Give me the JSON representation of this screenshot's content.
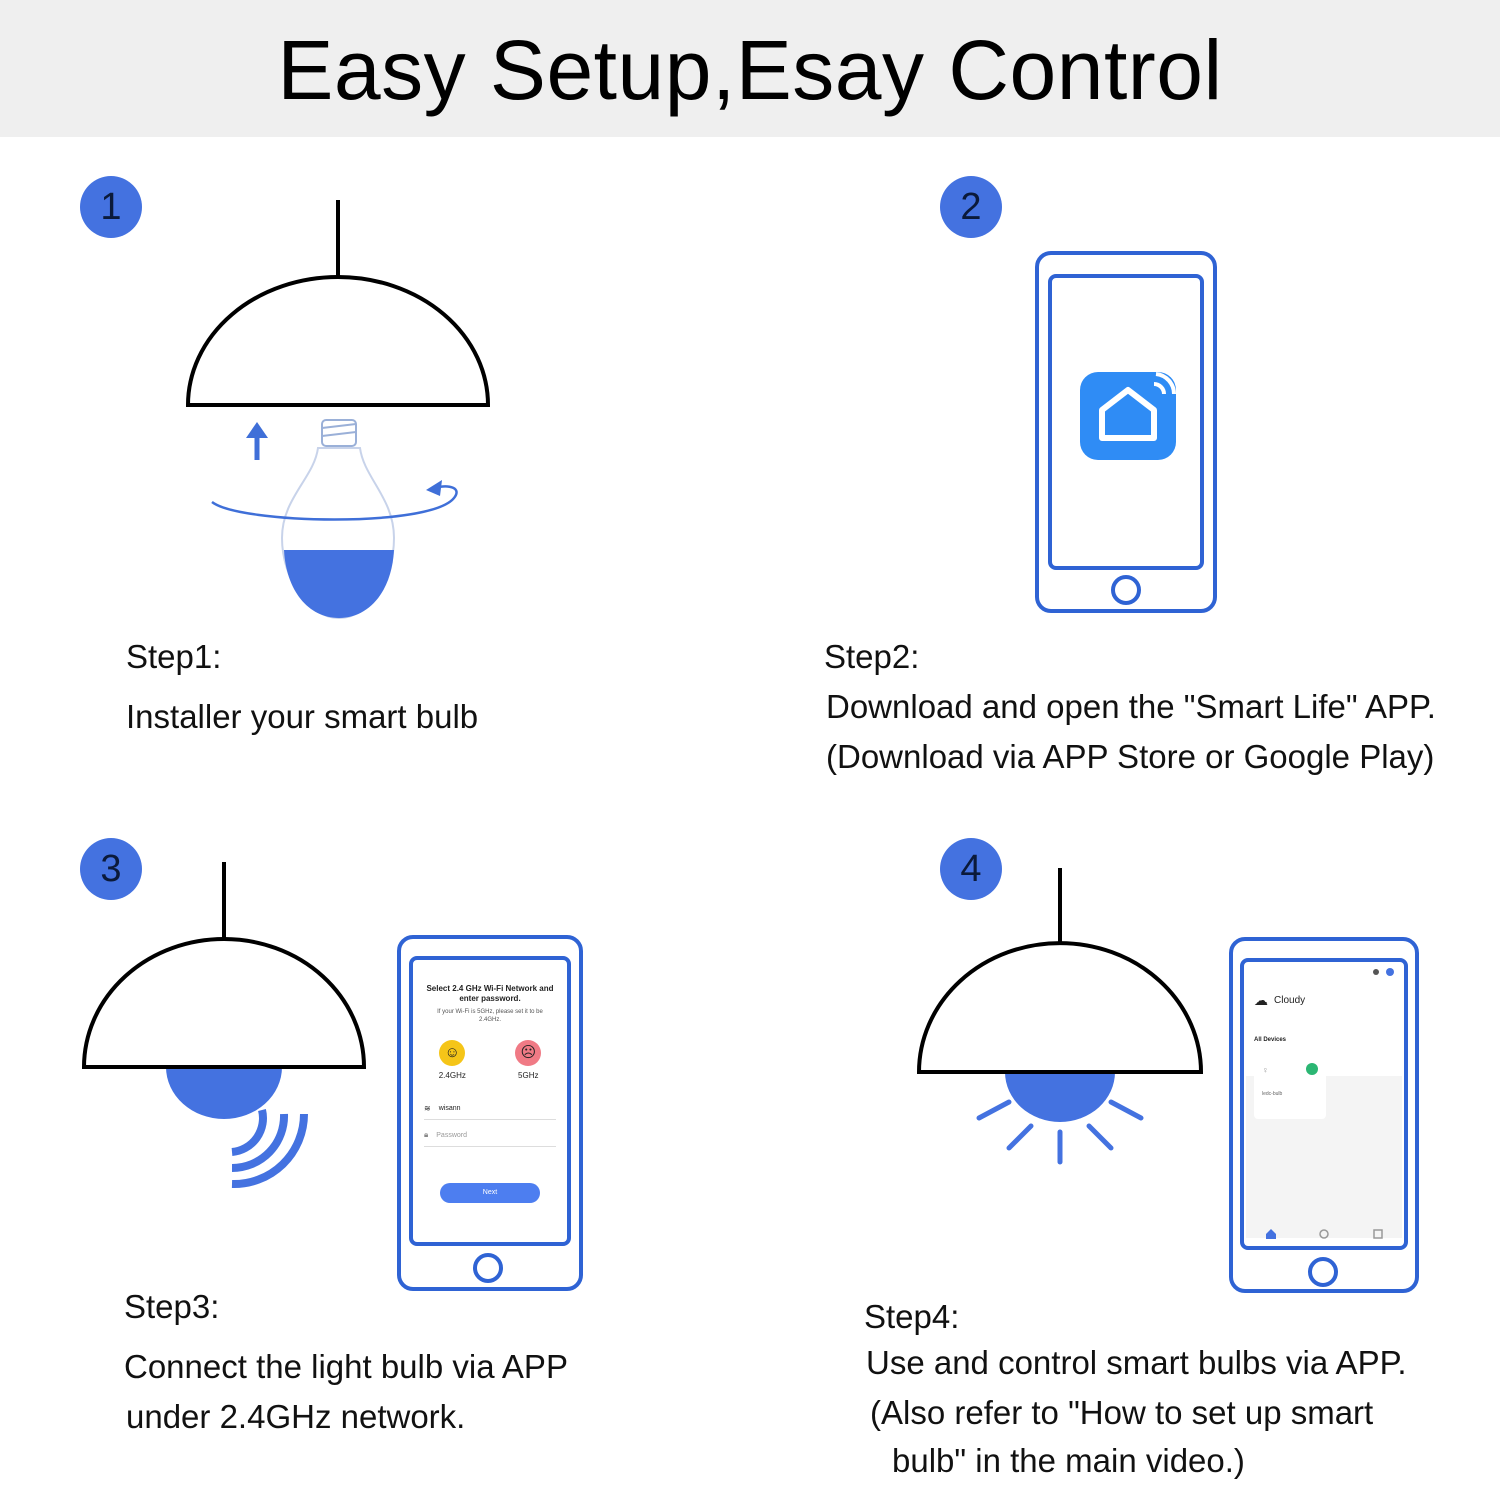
{
  "title": "Easy Setup,Esay Control",
  "colors": {
    "accent": "#4472e0",
    "header_bg": "#efefef",
    "line": "#000000"
  },
  "steps": [
    {
      "number": "1",
      "heading": "Step1:",
      "lines": [
        "Installer your smart bulb"
      ]
    },
    {
      "number": "2",
      "heading": "Step2:",
      "lines": [
        "Download and open the \"Smart Life\" APP.",
        "(Download via APP Store or Google Play)"
      ]
    },
    {
      "number": "3",
      "heading": "Step3:",
      "lines": [
        "Connect the light bulb via APP",
        "under 2.4GHz network."
      ]
    },
    {
      "number": "4",
      "heading": "Step4:",
      "lines": [
        "Use and control smart bulbs via APP.",
        "(Also refer to \"How to set up smart",
        "bulb\" in the main video.)"
      ]
    }
  ],
  "app_icon": "smart-home-wifi-icon",
  "phone3": {
    "heading": "Select 2.4 GHz Wi-Fi Network and enter password.",
    "note": "If your Wi-Fi is 5GHz, please set it to be 2.4GHz.",
    "band_ok": "2.4GHz",
    "band_bad": "5GHz",
    "wifi_name": "wisann",
    "password_placeholder": "Password",
    "next_label": "Next"
  },
  "phone4": {
    "weather": "Cloudy",
    "section": "All Devices",
    "device_name": "ledc-bulb"
  }
}
